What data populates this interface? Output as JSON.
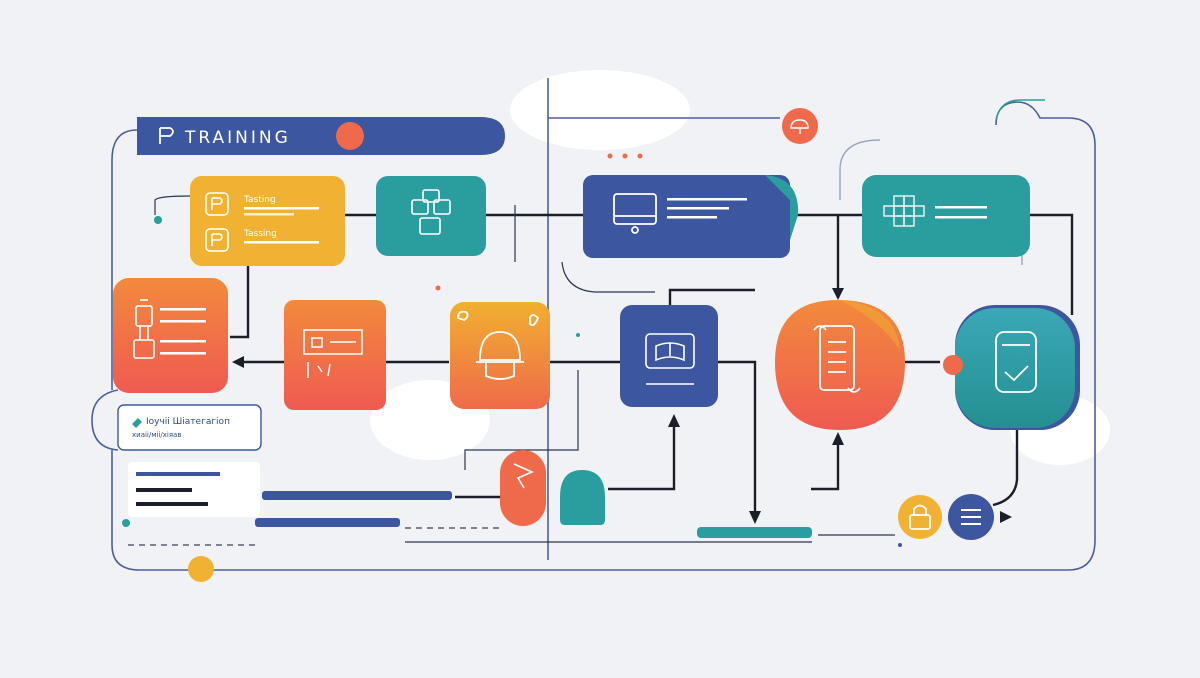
{
  "title": "TRAINING",
  "panel_label_1": "Tasting",
  "panel_label_2": "Tassing",
  "card_text_line_1": "Іоучіі Шіатегагіоп",
  "card_text_line_2": "хиаіі/міі/хіяав",
  "colors": {
    "navy": "#3d56a0",
    "teal": "#2a9e9e",
    "orange": "#ef6a4a",
    "yellow": "#f1b132",
    "outline": "#4a5f9e"
  },
  "icons": [
    "puzzle-icon",
    "boxes-icon",
    "monitor-icon",
    "grid-icon",
    "flask-icon",
    "blueprint-icon",
    "helmet-icon",
    "book-icon",
    "scroll-icon",
    "cup-icon",
    "lock-icon",
    "menu-icon",
    "cursor-icon"
  ]
}
